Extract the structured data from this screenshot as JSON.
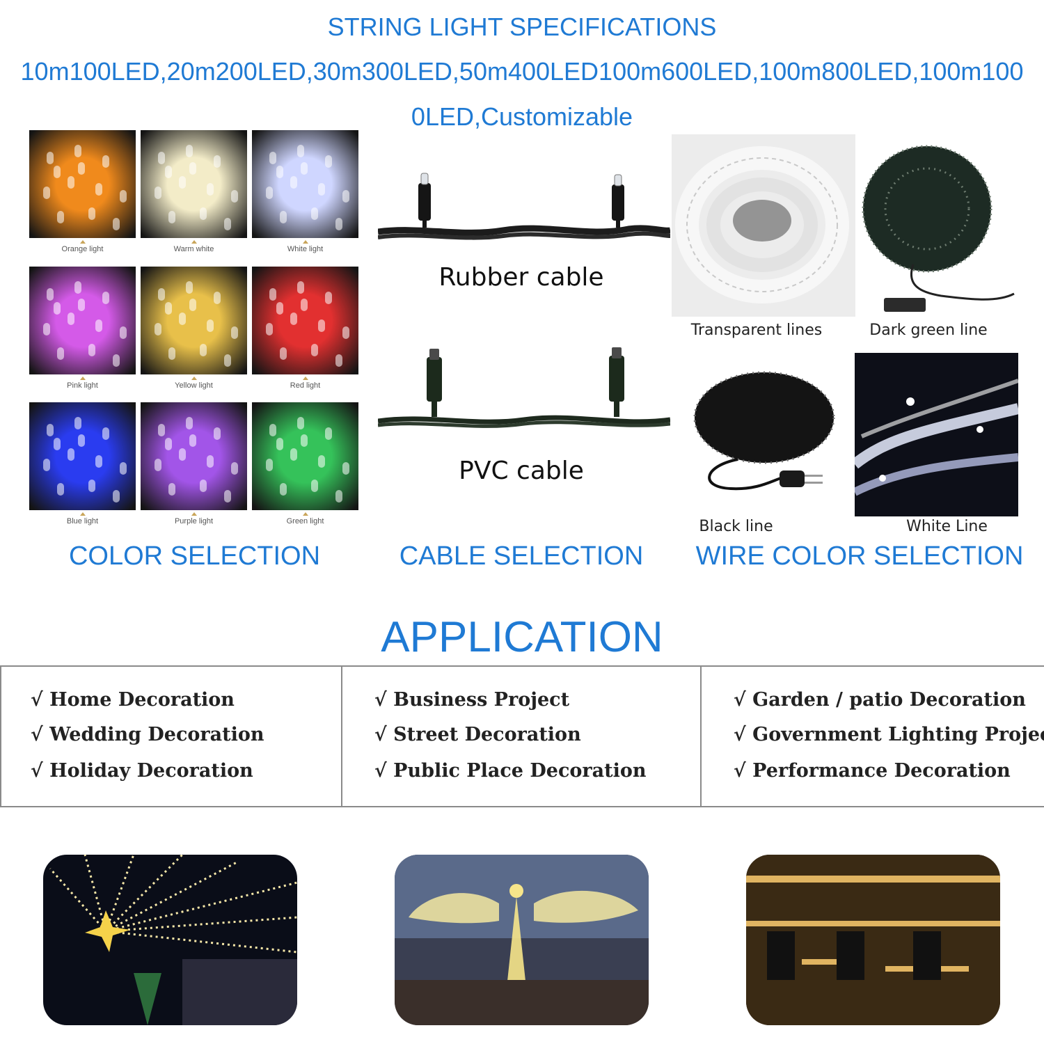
{
  "header": {
    "title": "STRING LIGHT SPECIFICATIONS",
    "spec_line1": "10m100LED,20m200LED,30m300LED,50m400LED100m600LED,100m800LED,100m100",
    "spec_line2": "0LED,Customizable"
  },
  "color_selection": {
    "heading": "COLOR SELECTION",
    "items": [
      {
        "label": "Orange light",
        "color": "#f08a1c"
      },
      {
        "label": "Warm white",
        "color": "#f3ecc8"
      },
      {
        "label": "White light",
        "color": "#cfd6ff"
      },
      {
        "label": "Pink light",
        "color": "#d45ae8"
      },
      {
        "label": "Yellow light",
        "color": "#e8c04a"
      },
      {
        "label": "Red light",
        "color": "#e23030"
      },
      {
        "label": "Blue light",
        "color": "#2a3cf0"
      },
      {
        "label": "Purple light",
        "color": "#a255e8"
      },
      {
        "label": "Green light",
        "color": "#35c25a"
      }
    ]
  },
  "cable_selection": {
    "heading": "CABLE SELECTION",
    "items": [
      {
        "label": "Rubber cable"
      },
      {
        "label": "PVC cable"
      }
    ]
  },
  "wire_color_selection": {
    "heading": "WIRE COLOR SELECTION",
    "items": [
      {
        "label": "Transparent lines"
      },
      {
        "label": "Dark green line"
      },
      {
        "label": "Black line"
      },
      {
        "label": "White Line"
      }
    ]
  },
  "application": {
    "title": "APPLICATION",
    "columns": [
      [
        "√ Home Decoration",
        "√ Wedding Decoration",
        "√ Holiday Decoration"
      ],
      [
        "√ Business Project",
        "√ Street Decoration",
        "√ Public Place Decoration"
      ],
      [
        "√ Garden / patio Decoration",
        "√ Government Lighting Project",
        "√ Performance Decoration"
      ]
    ]
  },
  "colors": {
    "accent_blue": "#1f7ad4"
  }
}
